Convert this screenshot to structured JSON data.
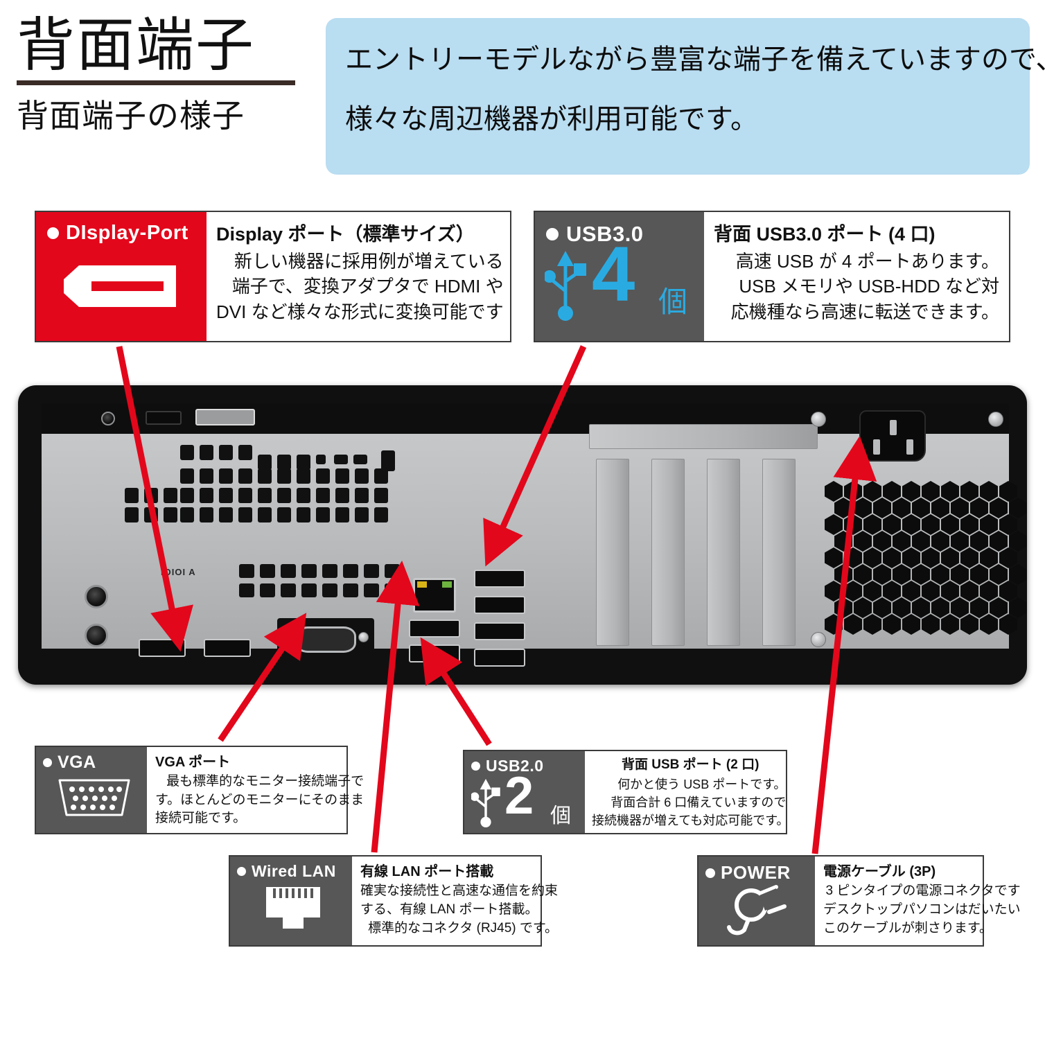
{
  "header": {
    "title": "背面端子",
    "subtitle": "背面端子の様子"
  },
  "lead": {
    "line1": "エントリーモデルながら豊富な端子を備えていますので、",
    "line2": "様々な周辺機器が利用可能です。"
  },
  "colors": {
    "lead_box_bg": "#b9ddf1",
    "badge_gray": "#575757",
    "badge_red": "#e3071b",
    "arrow_red": "#e3071b",
    "usb_cyan": "#29abe2",
    "title_rule": "#3a2b26"
  },
  "callouts": {
    "displayport": {
      "badge_label": "DIsplay-Port",
      "badge_icon": "displayport-connector-icon",
      "heading": "Display ポート（標準サイズ）",
      "body": [
        "新しい機器に採用例が増えている",
        "端子で、変換アダプタで HDMI や",
        "DVI など様々な形式に変換可能です"
      ]
    },
    "usb30": {
      "badge_label": "USB3.0",
      "badge_icon": "usb-trident-icon",
      "badge_count": "4",
      "badge_count_unit": "個",
      "heading": "背面 USB3.0 ポート (4 口)",
      "body": [
        "高速 USB が 4 ポートあります。",
        "USB メモリや USB-HDD など対",
        "応機種なら高速に転送できます。"
      ]
    },
    "vga": {
      "badge_label": "VGA",
      "badge_icon": "vga-dsub-connector-icon",
      "heading": "VGA ポート",
      "body": [
        "最も標準的なモニター接続端子で",
        "す。ほとんどのモニターにそのまま",
        "接続可能です。"
      ]
    },
    "usb20": {
      "badge_label": "USB2.0",
      "badge_icon": "usb-trident-icon",
      "badge_count": "2",
      "badge_count_unit": "個",
      "heading": "背面 USB ポート (2 口)",
      "body": [
        "何かと使う USB ポートです。",
        "背面合計 6 口備えていますので",
        "接続機器が増えても対応可能です。"
      ]
    },
    "lan": {
      "badge_label": "Wired LAN",
      "badge_icon": "rj45-connector-icon",
      "heading": "有線 LAN ポート搭載",
      "body": [
        "確実な接続性と高速な通信を約束",
        "する、有線 LAN ポート搭載。",
        "標準的なコネクタ (RJ45) です。"
      ]
    },
    "power": {
      "badge_label": "POWER",
      "badge_icon": "power-plug-icon",
      "heading": "電源ケーブル (3P)",
      "body": [
        "3 ピンタイプの電源コネクタです",
        "デスクトップパソコンはだいたい",
        "このケーブルが刺さります。"
      ]
    }
  },
  "photo": {
    "alt": "PC 背面パネル写真",
    "silk_label": "IOIOI A"
  }
}
